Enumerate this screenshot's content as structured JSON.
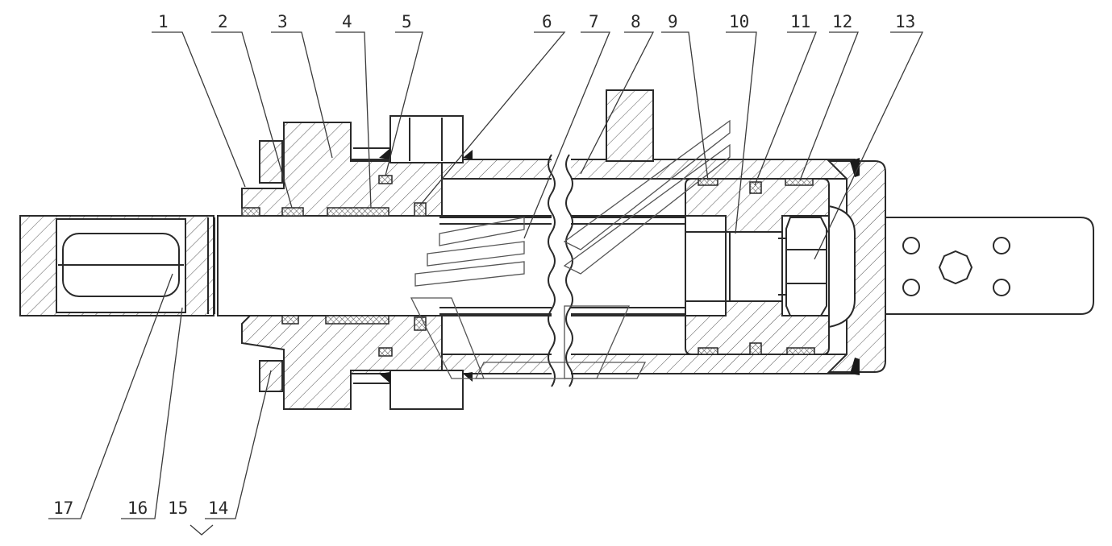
{
  "callouts": {
    "top": [
      "1",
      "2",
      "3",
      "4",
      "5",
      "6",
      "7",
      "8",
      "9",
      "10",
      "11",
      "12",
      "13"
    ],
    "bottom": [
      "17",
      "16",
      "15",
      "14"
    ]
  }
}
